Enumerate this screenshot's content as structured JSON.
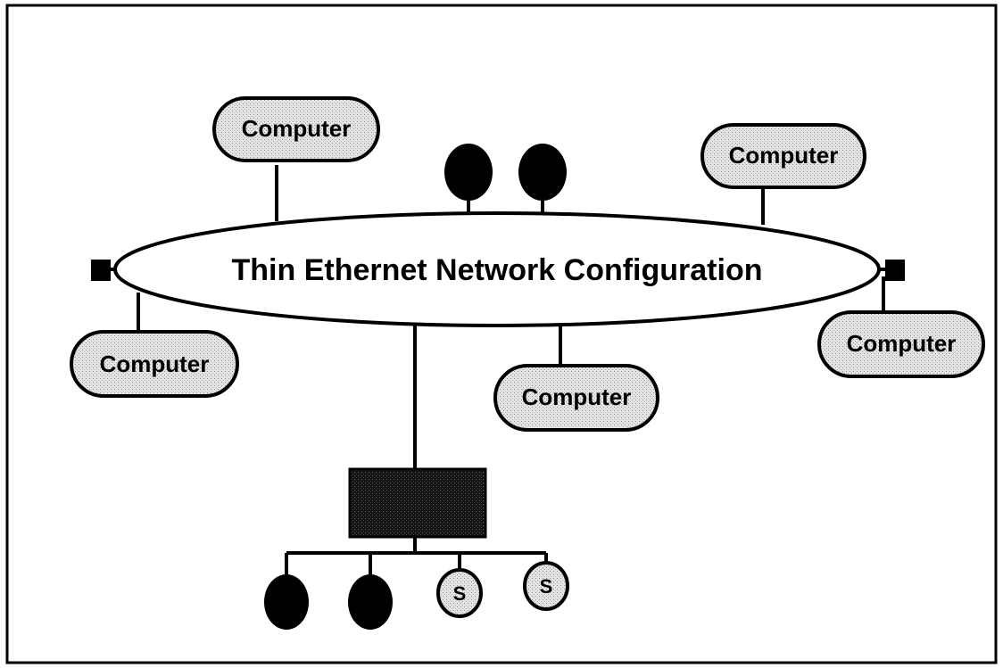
{
  "diagram": {
    "title": "Thin Ethernet Network Configuration",
    "computers": [
      {
        "label": "Computer"
      },
      {
        "label": "Computer"
      },
      {
        "label": "Computer"
      },
      {
        "label": "Computer"
      },
      {
        "label": "Computer"
      }
    ],
    "server_nodes": [
      {
        "label": "S"
      },
      {
        "label": "S"
      }
    ]
  }
}
